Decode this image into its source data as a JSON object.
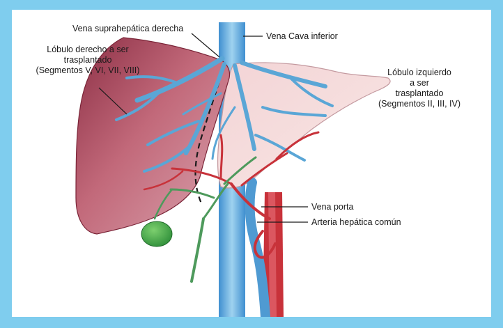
{
  "labels": {
    "right_hepatic_vein": "Vena suprahepática derecha",
    "ivc": "Vena Cava inferior",
    "right_lobe": {
      "line1": "Lóbulo derecho a ser",
      "line2": "trasplantado",
      "line3": "(Segmentos V, VI, VII, VIII)"
    },
    "left_lobe": {
      "line1": "Lóbulo izquierdo",
      "line2": "a ser",
      "line3": "trasplantado",
      "line4": "(Segmentos II, III, IV)"
    },
    "portal_vein": "Vena porta",
    "common_hepatic_artery": "Arteria hepática común"
  },
  "colors": {
    "border": "#7fcdee",
    "liver_right": "#b8596b",
    "liver_left": "#f4dada",
    "vein_blue": "#5aa6d6",
    "artery_red": "#c8323a",
    "bile_green": "#4e9a5c",
    "gallbladder": "#3fa64a"
  }
}
